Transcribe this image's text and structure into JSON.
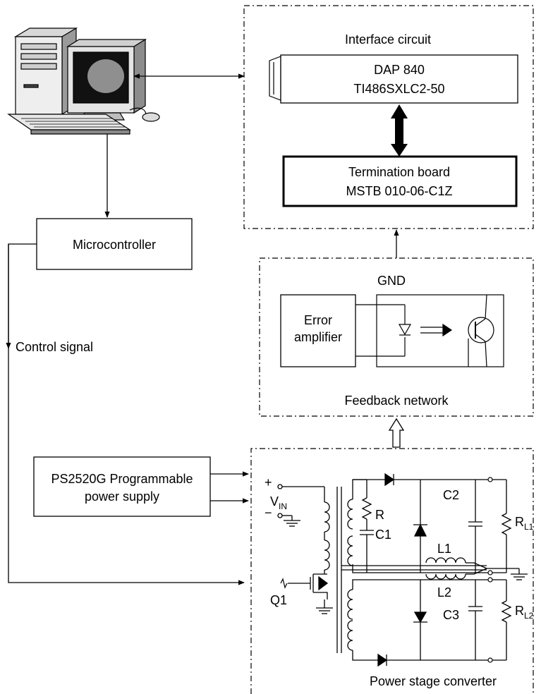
{
  "interface": {
    "title": "Interface circuit",
    "dap_line1": "DAP 840",
    "dap_line2": "TI486SXLC2-50",
    "term_line1": "Termination board",
    "term_line2": "MSTB 010-06-C1Z"
  },
  "micro": {
    "label": "Microcontroller"
  },
  "control_signal": "Control signal",
  "feedback": {
    "title": "Feedback network",
    "gnd": "GND",
    "err_line1": "Error",
    "err_line2": "amplifier"
  },
  "psu": {
    "line1": "PS2520G Programmable",
    "line2": "power supply"
  },
  "power_stage": {
    "title": "Power stage converter",
    "plus": "+",
    "minus": "−",
    "vin_main": "V",
    "vin_sub": "IN",
    "q1": "Q1",
    "r": "R",
    "c1": "C1",
    "c2": "C2",
    "c3": "C3",
    "l1": "L1",
    "l2": "L2",
    "rl_main": "R",
    "rl1_sub": "L1",
    "rl2_sub": "L2"
  }
}
